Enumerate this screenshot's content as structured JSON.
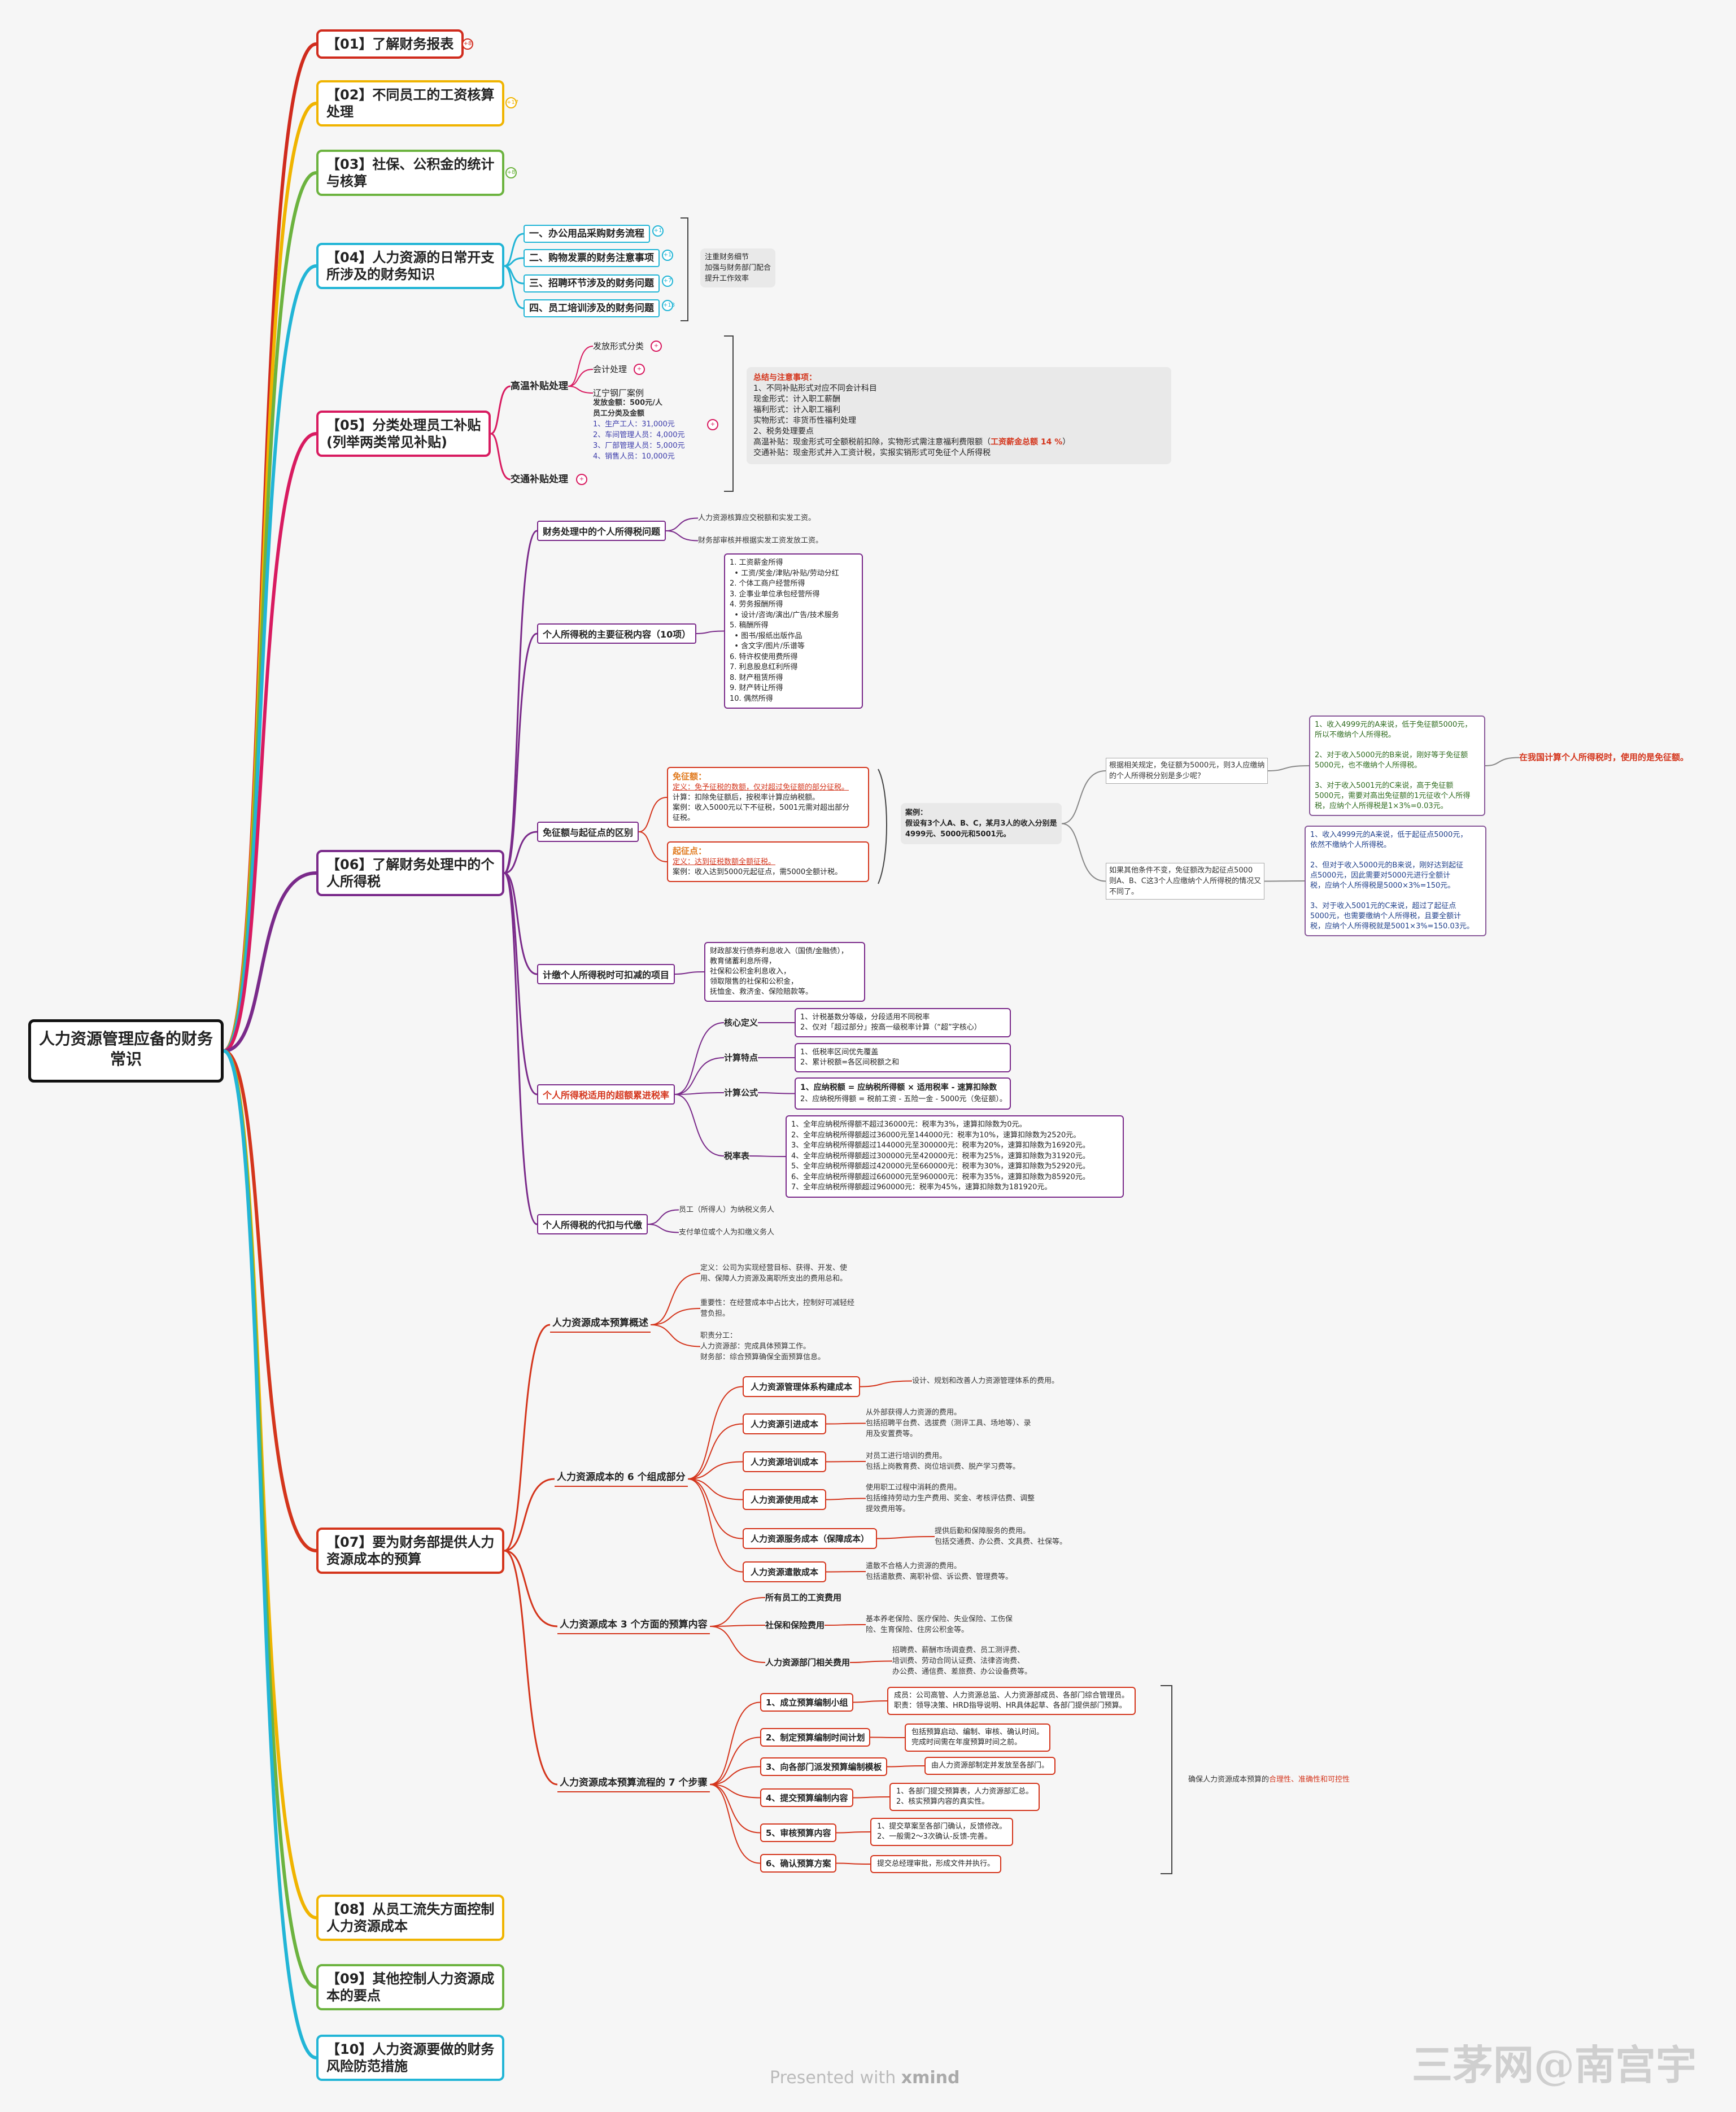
{
  "root": "人力资源管理应备的财务常识",
  "topics": [
    {
      "label": "【01】了解财务报表",
      "color": "#d02b1d",
      "badge": "+8"
    },
    {
      "label": "【02】不同员工的工资核算\n处理",
      "color": "#f0b400",
      "badge": "+17"
    },
    {
      "label": "【03】社保、公积金的统计\n与核算",
      "color": "#6cb33f",
      "badge": "+8"
    },
    {
      "label": "【04】人力资源的日常开支\n所涉及的财务知识",
      "color": "#22b5d6"
    },
    {
      "label": "【05】分类处理员工补贴\n(列举两类常见补贴)",
      "color": "#d81b60"
    },
    {
      "label": "【06】了解财务处理中的个\n人所得税",
      "color": "#7a2a8a"
    },
    {
      "label": "【07】要为财务部提供人力\n资源成本的预算",
      "color": "#d4351c"
    },
    {
      "label": "【08】从员工流失方面控制\n人力资源成本",
      "color": "#f0b400"
    },
    {
      "label": "【09】其他控制人力资源成\n本的要点",
      "color": "#6cb33f"
    },
    {
      "label": "【10】人力资源要做的财务\n风险防范措施",
      "color": "#22b5d6"
    }
  ],
  "t04": {
    "items": [
      "一、办公用品采购财务流程",
      "二、购物发票的财务注意事项",
      "三、招聘环节涉及的财务问题",
      "四、员工培训涉及的财务问题"
    ],
    "badges": [
      "+1",
      "+1",
      "+7",
      "+13"
    ],
    "note": "注重财务细节\n加强与财务部门配合\n提升工作效率"
  },
  "t05": {
    "high": "高温补贴处理",
    "traffic": "交通补贴处理",
    "form": "发放形式分类",
    "acct": "会计处理",
    "case_title": "辽宁钢厂案例",
    "case": "发放金额：500元/人\n员工分类及金额",
    "case_list": "1、生产工人：31,000元\n2、车间管理人员：4,000元\n3、厂部管理人员：5,000元\n4、销售人员：10,000元",
    "summary_title": "总结与注意事项：",
    "summary": "1、不同补贴形式对应不同会计科目\n现金形式：计入职工薪酬\n福利形式：计入职工福利\n实物形式：非货币性福利处理\n2、税务处理要点\n高温补贴：现金形式可全额税前扣除，实物形式需注意福利费限额（",
    "summary_red": "工资薪金总额 14 %",
    "summary_end": "）\n交通补贴：现金形式并入工资计税，实报实销形式可免征个人所得税"
  },
  "t06": {
    "n1": "财务处理中的个人所得税问题",
    "n1a": "人力资源核算应交税额和实发工资。",
    "n1b": "财务部审核并根据实发工资发放工资。",
    "n2": "个人所得税的主要征税内容（10项）",
    "list": "1. 工资薪金所得\n  • 工资/奖金/津贴/补贴/劳动分红\n2. 个体工商户经营所得\n3. 企事业单位承包经营所得\n4. 劳务报酬所得\n  • 设计/咨询/演出/广告/技术服务\n5. 稿酬所得\n  • 图书/报纸出版作品\n  • 含文字/图片/乐谱等\n6. 特许权使用费所得\n7. 利息股息红利所得\n8. 财产租赁所得\n9. 财产转让所得\n10. 偶然所得",
    "n3": "免征额与起征点的区别",
    "exempt_title": "免征额：",
    "exempt_def": "定义：免予征税的数额，仅对超过免征额的部分征税。",
    "exempt_body": "计算：扣除免征额后，按税率计算应纳税额。\n案例：收入5000元以下不征税，5001元需对超出部分\n征税。",
    "start_title": "起征点：",
    "start_def": "定义：达到征税数额全额征税。",
    "start_body": "案例：收入达到5000元起征点，需5000全额计税。",
    "case": "案例：\n假设有3个人A、B、C，某月3人的收入分别是\n4999元、5000元和5001元。",
    "q1": "根据相关规定，免征额为5000元，则3人应缴纳\n的个人所得税分别是多少呢？",
    "q2": "如果其他条件不变，免征额改为起征点5000\n则A、B、C这3个人应缴纳个人所得税的情况又\n不同了。",
    "a1": "1、收入4999元的A来说，低于免征额5000元，\n所以不缴纳个人所得税。\n\n2、对于收入5000元的B来说，刚好等于免征额\n5000元，也不缴纳个人所得税。\n\n3、对于收入5001元的C来说，高于免征额\n5000元，需要对高出免征额的1元征收个人所得\n税，应纳个人所得税是1×3%=0.03元。",
    "a2": "1、收入4999元的A来说，低于起征点5000元，\n依然不缴纳个人所得税。\n\n2、但对于收入5000元的B来说，刚好达到起征\n点5000元，因此需要对5000元进行全额计\n税，应纳个人所得税是5000×3%=150元。\n\n3、对于收入5001元的C来说，超过了起征点\n5000元，也需要缴纳个人所得税，且要全额计\n税，应纳个人所得税就是5001×3%=150.03元。",
    "conclusion": "在我国计算个人所得税时，使用的是免征额。",
    "n4": "计缴个人所得税时可扣减的项目",
    "deduct": "财政部发行债券利息收入（国债/金融债），\n教育储蓄利息所得，\n社保和公积金利息收入，\n领取限售的社保和公积金，\n抚恤金、救济金、保险赔款等。",
    "n5": "个人所得税适用的超额累进税率",
    "core": "核心定义",
    "core_t": "1、计税基数分等级，分段适用不同税率\n2、仅对「超过部分」按高一级税率计算（“超”字核心）",
    "feat": "计算特点",
    "feat_t": "1、低税率区间优先覆盖\n2、累计税额=各区间税额之和",
    "formula": "计算公式",
    "formula_t": "1、应纳税额 = 应纳税所得额 × 适用税率 - 速算扣除数",
    "formula_t2": "2、应纳税所得额 = 税前工资 - 五险一金 - 5000元（免征额）。",
    "rate": "税率表",
    "rate_t": "1、全年应纳税所得额不超过36000元：税率为3%，速算扣除数为0元。\n2、全年应纳税所得额超过36000元至144000元：税率为10%，速算扣除数为2520元。\n3、全年应纳税所得额超过144000元至300000元：税率为20%，速算扣除数为16920元。\n4、全年应纳税所得额超过300000元至420000元：税率为25%，速算扣除数为31920元。\n5、全年应纳税所得额超过420000元至660000元：税率为30%，速算扣除数为52920元。\n6、全年应纳税所得额超过660000元至960000元：税率为35%，速算扣除数为85920元。\n7、全年应纳税所得额超过960000元：税率为45%，速算扣除数为181920元。",
    "n6": "个人所得税的代扣与代缴",
    "n6a": "员工（所得人）为纳税义务人",
    "n6b": "支付单位或个人为扣缴义务人"
  },
  "t07": {
    "overview": "人力资源成本预算概述",
    "ov1": "定义：公司为实现经营目标、获得、开发、使\n用、保障人力资源及离职所支出的费用总和。",
    "ov2": "重要性：在经营成本中占比大，控制好可减轻经\n营负担。",
    "ov3": "职责分工：\n人力资源部：完成具体预算工作。\n财务部：综合预算确保全面预算信息。",
    "six": "人力资源成本的 6 个组成部分",
    "six_items": [
      "人力资源管理体系构建成本",
      "人力资源引进成本",
      "人力资源培训成本",
      "人力资源使用成本",
      "人力资源服务成本（保障成本）",
      "人力资源遣散成本"
    ],
    "six_notes": [
      "设计、规划和改善人力资源管理体系的费用。",
      "从外部获得人力资源的费用。\n包括招聘平台费、选拔费（测评工具、场地等）、录\n用及安置费等。",
      "对员工进行培训的费用。\n包括上岗教育费、岗位培训费、脱产学习费等。",
      "使用职工过程中消耗的费用。\n包括维持劳动力生产费用、奖金、考核评估费、调整\n提效费用等。",
      "提供后勤和保障服务的费用。\n包括交通费、办公费、文具费、社保等。",
      "遣散不合格人力资源的费用。\n包括遣散费、离职补偿、诉讼费、管理费等。"
    ],
    "three": "人力资源成本 3 个方面的预算内容",
    "three_items": [
      "所有员工的工资费用",
      "社保和保险费用",
      "人力资源部门相关费用"
    ],
    "three_notes": [
      "",
      "基本养老保险、医疗保险、失业保险、工伤保\n险、生育保险、住房公积金等。",
      "招聘费、薪酬市场调查费、员工测评费、\n培训费、劳动合同认证费、法律咨询费、\n办公费、通信费、差旅费、办公设备费等。"
    ],
    "seven": "人力资源成本预算流程的 7 个步骤",
    "seven_items": [
      "1、成立预算编制小组",
      "2、制定预算编制时间计划",
      "3、向各部门派发预算编制模板",
      "4、提交预算编制内容",
      "5、审核预算内容",
      "6、确认预算方案"
    ],
    "seven_notes": [
      "成员：公司高管、人力资源总监、人力资源部成员、各部门综合管理员。\n职责：领导决策、HRD指导说明、HR具体起草、各部门提供部门预算。",
      "包括预算启动、编制、审核、确认时间。\n完成时间需在年度预算时间之前。",
      "由人力资源部制定并发放至各部门。",
      "1、各部门提交预算表，人力资源部汇总。\n2、核实预算内容的真实性。",
      "1、提交草案至各部门确认，反馈修改。\n2、一般需2～3次确认-反馈-完善。",
      "提交总经理审批，形成文件并执行。"
    ],
    "seven_summary": "确保人力资源成本预算的",
    "seven_summary_red": "合理性、准确性和可控性"
  },
  "footer": {
    "presented": "Presented with ",
    "xmind": "xmind",
    "watermark": "三茅网@南宫宇"
  }
}
